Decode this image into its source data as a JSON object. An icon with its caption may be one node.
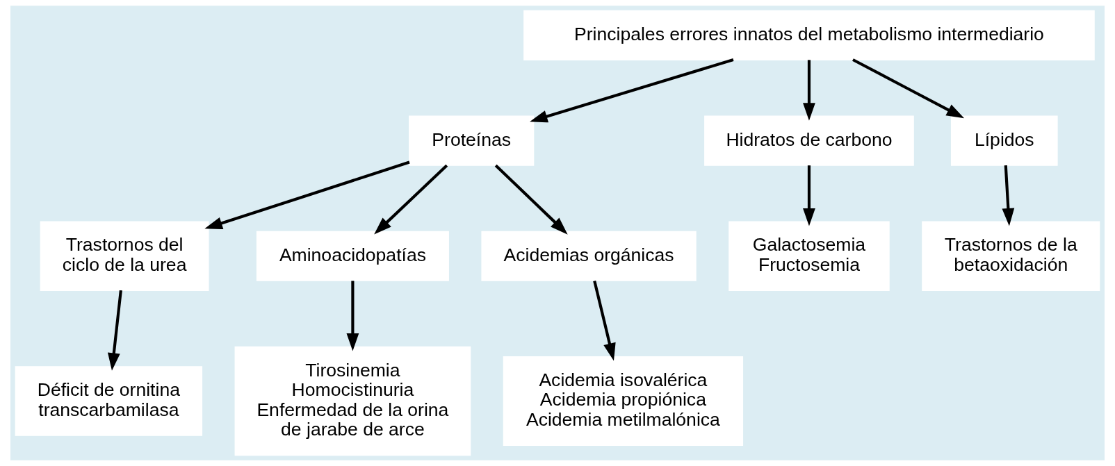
{
  "diagram": {
    "nodes": [
      {
        "text": [
          "Principales errores innatos del metabolismo intermediario"
        ]
      },
      {
        "text": [
          "Proteínas"
        ]
      },
      {
        "text": [
          "Hidratos de carbono"
        ]
      },
      {
        "text": [
          "Lípidos"
        ]
      },
      {
        "text": [
          "Trastornos del ciclo de la urea"
        ]
      },
      {
        "text": [
          "Aminoacidopatías"
        ]
      },
      {
        "text": [
          "Acidemias orgánicas"
        ]
      },
      {
        "text": [
          "Galactosemia",
          "Fructosemia"
        ]
      },
      {
        "text": [
          "Trastornos de la betaoxidación"
        ]
      },
      {
        "text": [
          "Déficit de ornitina transcarbamilasa"
        ]
      },
      {
        "text": [
          "Tirosinemia",
          "Homocistinuria",
          "Enfermedad de la orina de jarabe de arce"
        ]
      },
      {
        "text": [
          "Acidemia isovalérica",
          "Acidemia propiónica",
          "Acidemia metilmalónica"
        ]
      }
    ],
    "edges": [
      {
        "from": 0,
        "to": 1,
        "arrow": "to"
      },
      {
        "from": 0,
        "to": 2,
        "arrow": "to"
      },
      {
        "from": 0,
        "to": 3,
        "arrow": "to"
      },
      {
        "from": 1,
        "to": 4,
        "arrow": "to"
      },
      {
        "from": 1,
        "to": 5,
        "arrow": "to"
      },
      {
        "from": 1,
        "to": 6,
        "arrow": "to"
      },
      {
        "from": 2,
        "to": 7,
        "arrow": "to"
      },
      {
        "from": 3,
        "to": 8,
        "arrow": "to"
      },
      {
        "from": 4,
        "to": 9,
        "arrow": "to"
      },
      {
        "from": 5,
        "to": 10,
        "arrow": "to"
      },
      {
        "from": 6,
        "to": 11,
        "arrow": "to"
      }
    ]
  }
}
